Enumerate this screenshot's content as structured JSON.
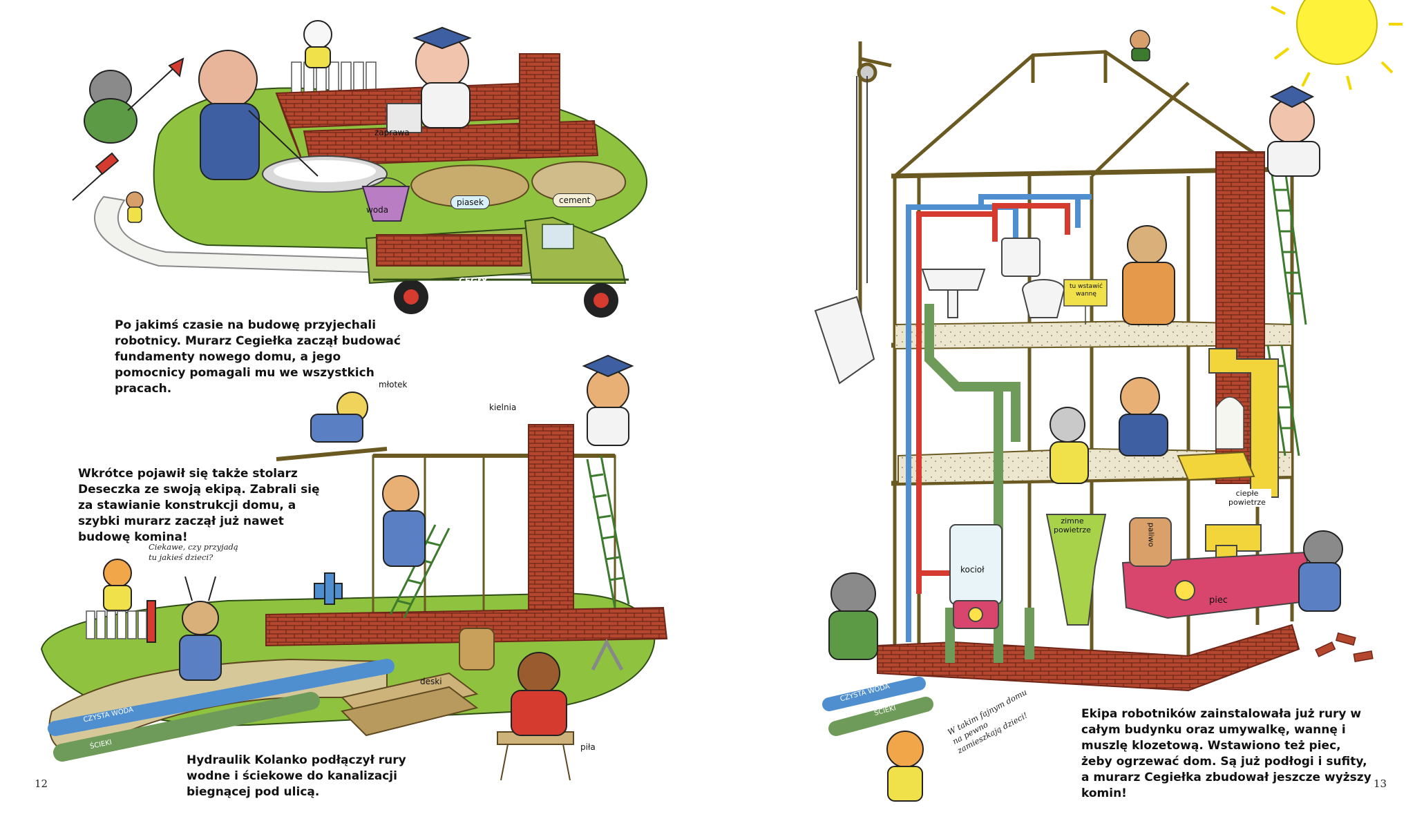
{
  "left_page": {
    "page_number": "12",
    "paragraph_1": "Po jakimś czasie na budowę przyjechali robotnicy. Murarz Cegiełka zaczął budować fundamenty nowego domu, a jego pomocnicy pomagali mu we wszystkich pracach.",
    "paragraph_2": "Wkrótce pojawił się także stolarz Deseczka ze swoją ekipą. Zabrali się za stawianie konstrukcji domu, a szybki murarz zaczął już nawet budowę komina!",
    "paragraph_3": "Hydraulik Kolanko podłączył rury wodne i ściekowe do kanalizacji biegnącej pod ulicą.",
    "speech": "Ciekawe, czy przyjadą tu jakieś dzieci?",
    "labels": {
      "zaprawa": "zaprawa",
      "woda": "woda",
      "piasek": "piasek",
      "cement": "cement",
      "truck": "CEGŁY",
      "mlotek": "młotek",
      "kielnia": "kielnia",
      "deski": "deski",
      "pila": "piła",
      "pipe_clean": "CZYSTA WODA",
      "pipe_sewer": "ŚCIEKI"
    }
  },
  "right_page": {
    "page_number": "13",
    "paragraph": "Ekipa robotników zainstalowała już rury w całym budynku oraz umywalkę, wannę i muszlę klozetową. Wstawiono też piec, żeby ogrzewać dom. Są już podłogi i sufity, a murarz Cegiełka zbudował jeszcze wyższy komin!",
    "speech": "W takim fajnym domu na pewno zamieszkają dzieci!",
    "labels": {
      "tub_sign": "tu wstawić wannę",
      "cieple": "ciepłe powietrze",
      "zimne": "zimne powietrze",
      "paliwo": "paliwo",
      "kociol": "kocioł",
      "piec": "piec",
      "pipe_clean": "CZYSTA WODA",
      "pipe_sewer": "ŚCIEKI"
    }
  },
  "colors": {
    "grass": "#8fc23f",
    "brick": "#b5472f",
    "wood": "#b49a4a",
    "blue_pipe": "#4f8fd0",
    "red_pipe": "#d63b2f",
    "green_pipe": "#6f9b5a",
    "sun": "#fff23a",
    "boiler_pink": "#d8466e"
  }
}
